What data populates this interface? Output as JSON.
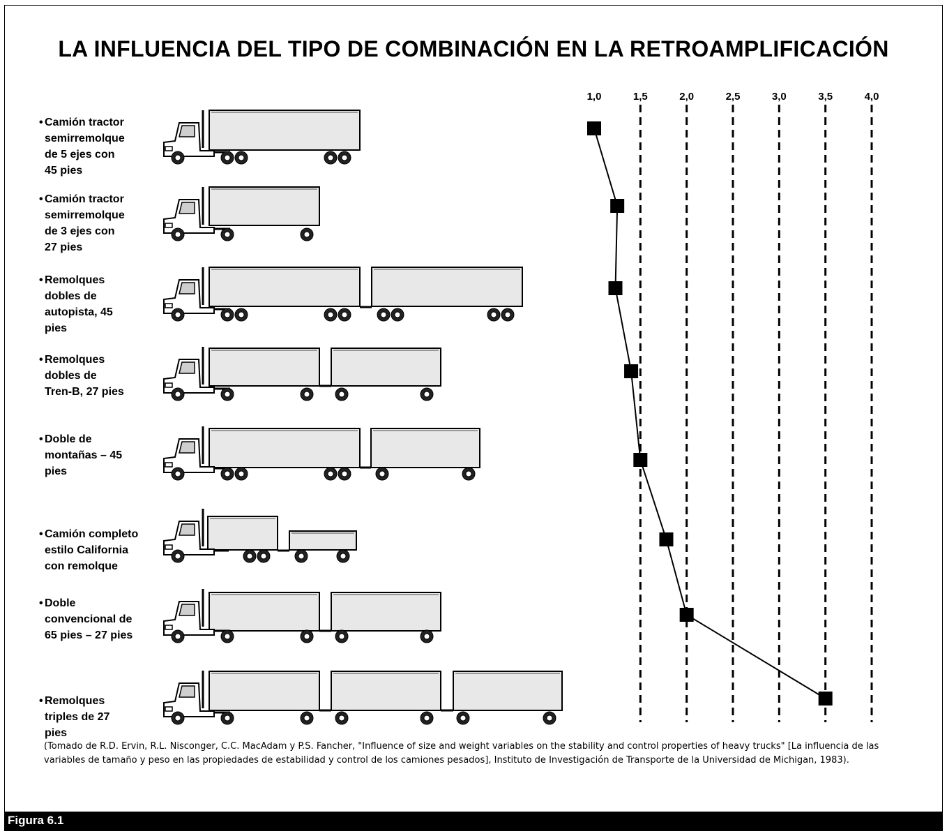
{
  "title": "LA INFLUENCIA DEL TIPO DE COMBINACIÓN EN LA RETROAMPLIFICACIÓN",
  "rows": [
    {
      "label": "Camión tractor\nsemirremolque\nde 5 ejes con\n45 pies"
    },
    {
      "label": "Camión tractor\nsemirremolque\nde 3 ejes con\n27 pies"
    },
    {
      "label": "Remolques\ndobles de\nautopista, 45\npies"
    },
    {
      "label": "Remolques\ndobles de\nTren-B, 27 pies"
    },
    {
      "label": "Doble de\nmontañas – 45\npies"
    },
    {
      "label": "Camión completo\nestilo California\ncon remolque"
    },
    {
      "label": "Doble\nconvencional de\n65 pies – 27 pies"
    },
    {
      "label": "Remolques\ntriples de 27\npies"
    }
  ],
  "chart_data": {
    "type": "line",
    "x_ticks": [
      "1,0",
      "1,5",
      "2,0",
      "2,5",
      "3,0",
      "3,5",
      "4,0"
    ],
    "x_tick_values": [
      1.0,
      1.5,
      2.0,
      2.5,
      3.0,
      3.5,
      4.0
    ],
    "xlim": [
      1.0,
      4.0
    ],
    "categories": [
      "Camión tractor semirremolque de 5 ejes con 45 pies",
      "Camión tractor semirremolque de 3 ejes con 27 pies",
      "Remolques dobles de autopista, 45 pies",
      "Remolques dobles de Tren-B, 27 pies",
      "Doble de montañas – 45 pies",
      "Camión completo estilo California con remolque",
      "Doble convencional de 65 pies – 27 pies",
      "Remolques triples de 27 pies"
    ],
    "values": [
      1.0,
      1.25,
      1.23,
      1.4,
      1.5,
      1.78,
      2.0,
      3.5
    ],
    "gridlines": "dashed vertical",
    "marker": "square",
    "color": "#000000"
  },
  "source": "(Tomado de R.D. Ervin, R.L. Nisconger, C.C. MacAdam y P.S. Fancher, \"Influence of size and weight variables on the stability and control properties of heavy trucks\" [La influencia de las variables de tamaño y peso en las propiedades de estabilidad y control de los camiones pesados], Instituto de Investigación de Transporte de la Universidad de Michigan, 1983).",
  "figure_label": "Figura 6.1",
  "illustrations": [
    {
      "trailers": [
        "long"
      ],
      "wheel_type": "tandem"
    },
    {
      "trailers": [
        "short"
      ],
      "wheel_type": "single"
    },
    {
      "trailers": [
        "long",
        "long"
      ],
      "wheel_type": "tandem"
    },
    {
      "trailers": [
        "short",
        "short"
      ],
      "wheel_type": "single"
    },
    {
      "trailers": [
        "long",
        "short"
      ],
      "wheel_type": "mixed"
    },
    {
      "trailers": [
        "box",
        "small"
      ],
      "wheel_type": "california"
    },
    {
      "trailers": [
        "short",
        "short"
      ],
      "wheel_type": "single"
    },
    {
      "trailers": [
        "short",
        "short",
        "short"
      ],
      "wheel_type": "single"
    }
  ]
}
